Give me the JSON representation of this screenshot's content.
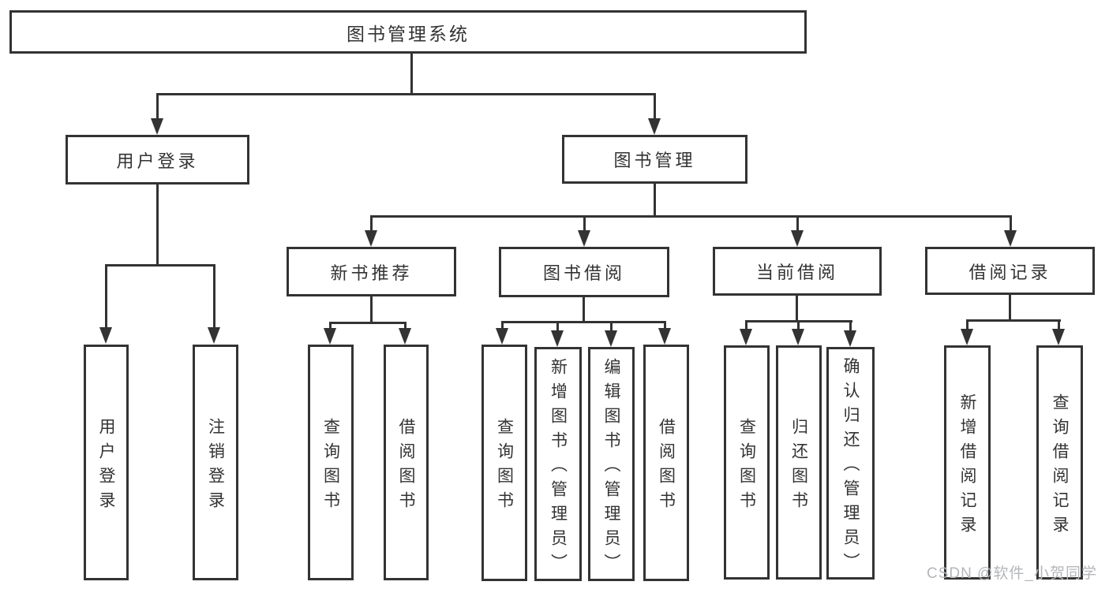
{
  "colors": {
    "line": "#333333",
    "text": "#333333",
    "background": "#ffffff",
    "watermark": "#b4b6ba"
  },
  "watermark": "CSDN @软件_小贺同学",
  "tree": {
    "root": "图书管理系统",
    "level2": [
      {
        "label": "用户登录",
        "leaves": [
          "用户登录",
          "注销登录"
        ]
      },
      {
        "label": "图书管理",
        "groups": [
          {
            "label": "新书推荐",
            "leaves": [
              "查询图书",
              "借阅图书"
            ]
          },
          {
            "label": "图书借阅",
            "leaves": [
              "查询图书",
              "新增图书（管理员）",
              "编辑图书（管理员）",
              "借阅图书"
            ]
          },
          {
            "label": "当前借阅",
            "leaves": [
              "查询图书",
              "归还图书",
              "确认归还（管理员）"
            ]
          },
          {
            "label": "借阅记录",
            "leaves": [
              "新增借阅记录",
              "查询借阅记录"
            ]
          }
        ]
      }
    ]
  }
}
